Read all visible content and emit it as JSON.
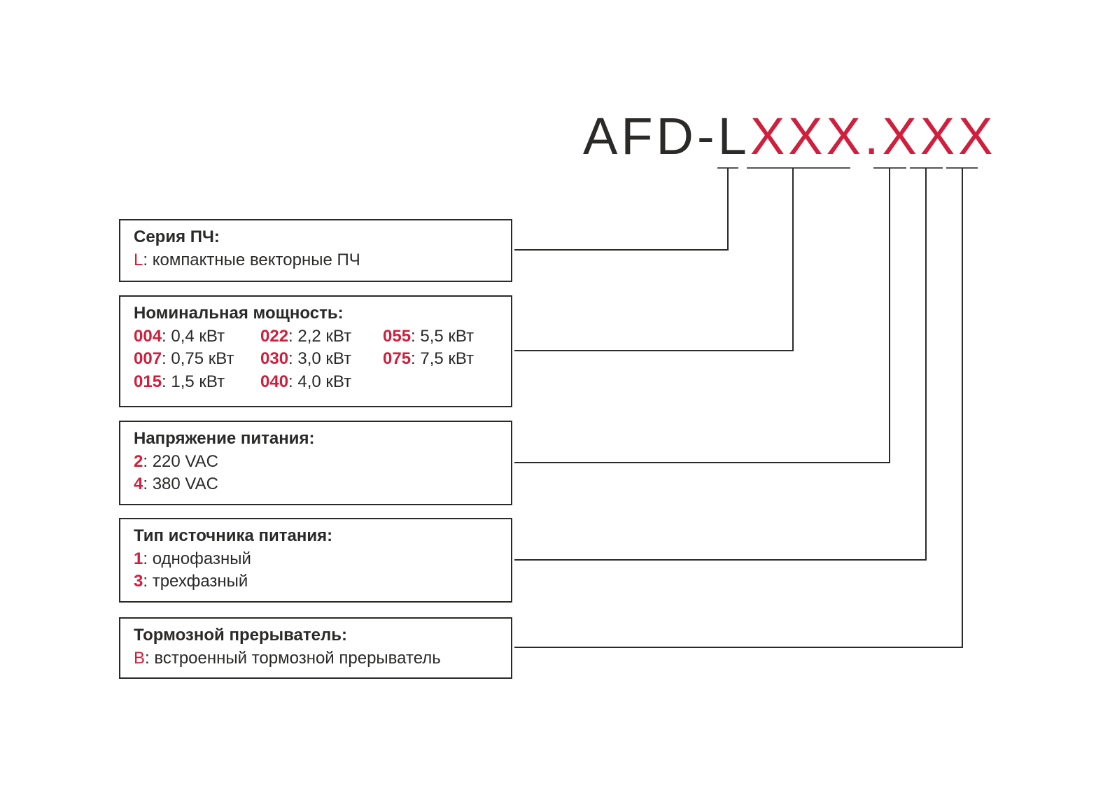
{
  "title": {
    "prefix": "AFD-L",
    "part1": "XXX",
    "dot": ".",
    "part2": "XXX"
  },
  "colors": {
    "accent": "#d01f3c",
    "text": "#2b2a29"
  },
  "boxes": [
    {
      "heading": "Серия ПЧ:",
      "items": [
        {
          "code": "L",
          "text": ": компактные векторные ПЧ"
        }
      ]
    },
    {
      "heading": "Номинальная мощность:",
      "items": [
        {
          "code": "004",
          "text": ": 0,4 кВт"
        },
        {
          "code": "022",
          "text": ": 2,2 кВт"
        },
        {
          "code": "055",
          "text": ": 5,5 кВт"
        },
        {
          "code": "007",
          "text": ": 0,75 кВт"
        },
        {
          "code": "030",
          "text": ": 3,0 кВт"
        },
        {
          "code": "075",
          "text": ": 7,5 кВт"
        },
        {
          "code": "015",
          "text": ": 1,5 кВт"
        },
        {
          "code": "040",
          "text": ": 4,0 кВт"
        }
      ]
    },
    {
      "heading": "Напряжение питания:",
      "items": [
        {
          "code": "2",
          "text": ": 220 VAC"
        },
        {
          "code": "4",
          "text": ": 380 VAC"
        }
      ]
    },
    {
      "heading": "Тип источника питания:",
      "items": [
        {
          "code": "1",
          "text": ": однофазный"
        },
        {
          "code": "3",
          "text": ": трехфазный"
        }
      ]
    },
    {
      "heading": "Тормозной прерыватель:",
      "items": [
        {
          "code": "B",
          "text": ": встроенный тормозной прерыватель"
        }
      ]
    }
  ]
}
